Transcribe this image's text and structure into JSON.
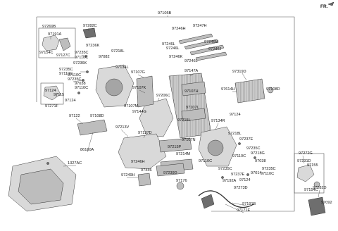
{
  "corner_label": "FR.",
  "parts": {
    "p97105B": "97105B",
    "p97282C": "97282C",
    "p97269B": "97269B",
    "p97191A": "97191A",
    "p97154C_a": "97154C",
    "p97127C": "97127C",
    "p97236K_a": "97236K",
    "p97235C_a": "97235C",
    "p97110C_a": "97110C",
    "p97082": "97082",
    "p97218L_a": "97218L",
    "p97236K_b": "97236K",
    "p97235C_b": "97235C",
    "p97110C_b": "97110C",
    "p97134L": "97134L",
    "p97235C_c": "97235C",
    "p97110C_c": "97110C",
    "p97038_a": "97038",
    "p97110C_d": "97110C",
    "p97124_a": "97124",
    "p97115": "97115",
    "p97124_b": "97124",
    "p97271F": "97271F",
    "p97107G": "97107G",
    "p97107K": "97107K",
    "p97246H": "97246H",
    "p97247H": "97247H",
    "p97246M": "97246M",
    "p97246L_a": "97246L",
    "p97246J": "97246J",
    "p97246L_b": "97246L",
    "p97246K": "97246K",
    "p97246L_c": "97246L",
    "p97147A": "97147A",
    "p97319D": "97319D",
    "p97614H": "97614H",
    "p97108D_a": "97108D",
    "p97206C": "97206C",
    "p97107H": "97107H",
    "p97107M": "97107M",
    "p97144G": "97144G",
    "p97107L": "97107L",
    "p97122": "97122",
    "p97108D_b": "97108D",
    "p97213V": "97213V",
    "p97215L": "97215L",
    "p97134R": "97134R",
    "p97124_c": "97124",
    "p97137D": "97137D",
    "p97218L_b": "97218L",
    "p97107N": "97107N",
    "p97237E_a": "97237E",
    "p86160A": "86160A",
    "p97215P": "97215P",
    "p97214M": "97214M",
    "p97235C_d": "97235C",
    "p97218G": "97218G",
    "p97272G": "97272G",
    "p97246H_b": "97246H",
    "p97110C_e": "97110C",
    "p97038_b": "97038",
    "p97231D": "97231D",
    "p1327AC": "1327AC",
    "p97110C_f": "97110C",
    "p97235C_e": "97235C",
    "p97235C_f": "97235C",
    "p97155": "97155",
    "p97249H": "97249H",
    "p97436": "97436",
    "p97239D": "97239D",
    "p97237E_b": "97237E",
    "p97014": "97014",
    "p97110C_g": "97110C",
    "p97176": "97176",
    "p97192A": "97192A",
    "p97124_d": "97124",
    "p97154C_b": "97154C",
    "p97273D": "97273D",
    "p97282D": "97282D",
    "p97191B": "97191B",
    "p97171E": "97171E",
    "p97092": "97092"
  }
}
